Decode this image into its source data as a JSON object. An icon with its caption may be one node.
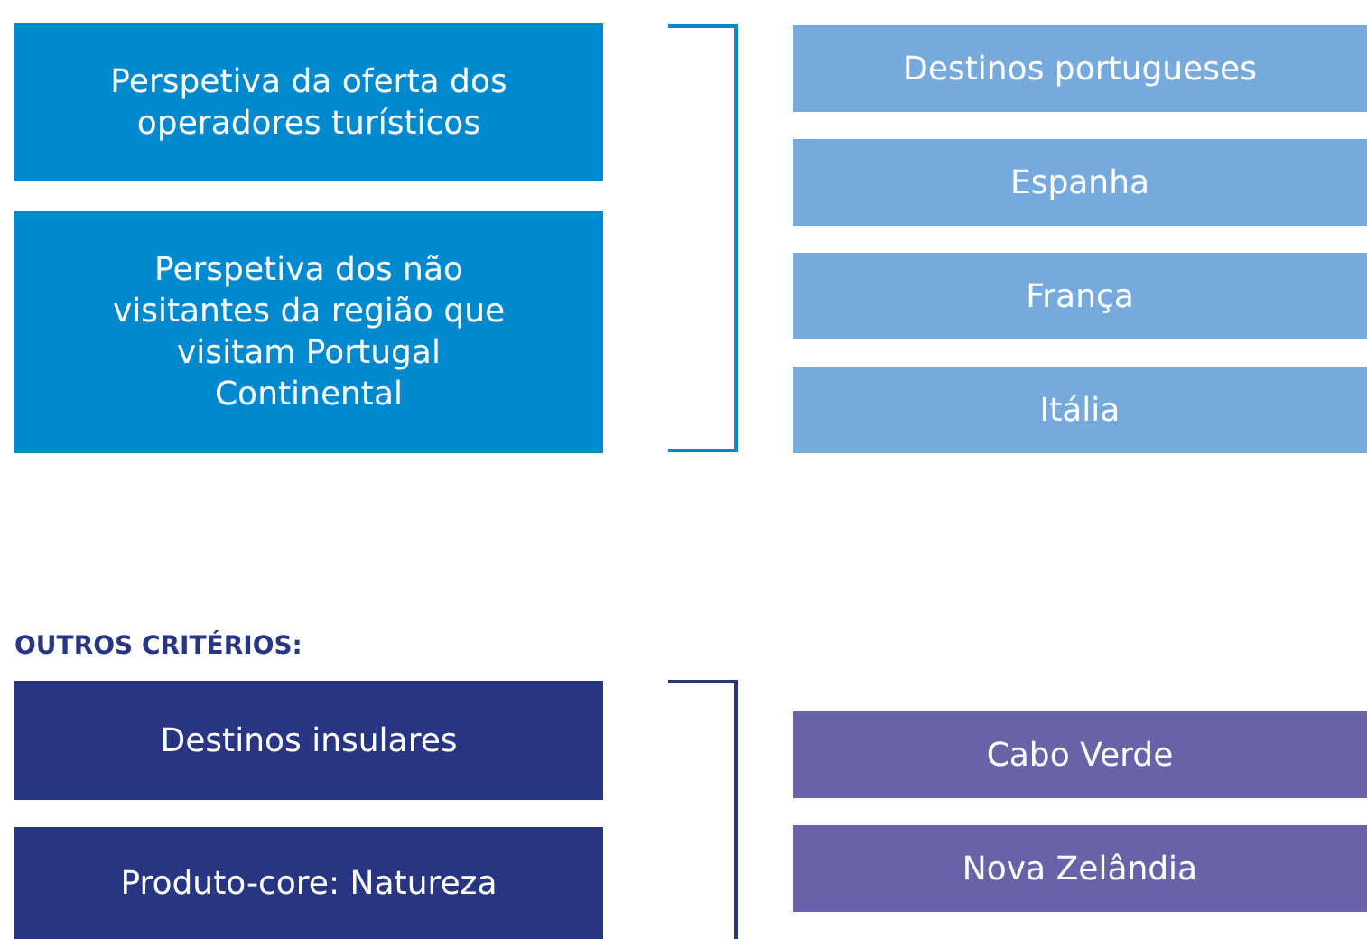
{
  "diagram": {
    "nodes": [
      {
        "text": [
          "Perspetiva da oferta dos operadores turísticos"
        ]
      },
      {
        "text": [
          "Perspetiva dos não visitantes da região que visitam Portugal Continental"
        ]
      },
      {
        "text": [
          "Destinos portugueses"
        ]
      },
      {
        "text": [
          "Espanha"
        ]
      },
      {
        "text": [
          "França"
        ]
      },
      {
        "text": [
          "Itália"
        ]
      },
      {
        "text": [
          "Destinos insulares"
        ]
      },
      {
        "text": [
          "Produto-core: Natureza"
        ]
      },
      {
        "text": [
          "Cabo Verde"
        ]
      },
      {
        "text": [
          "Nova Zelândia"
        ]
      }
    ],
    "labels": [
      "OUTROS CRITÉRIOS:"
    ]
  }
}
